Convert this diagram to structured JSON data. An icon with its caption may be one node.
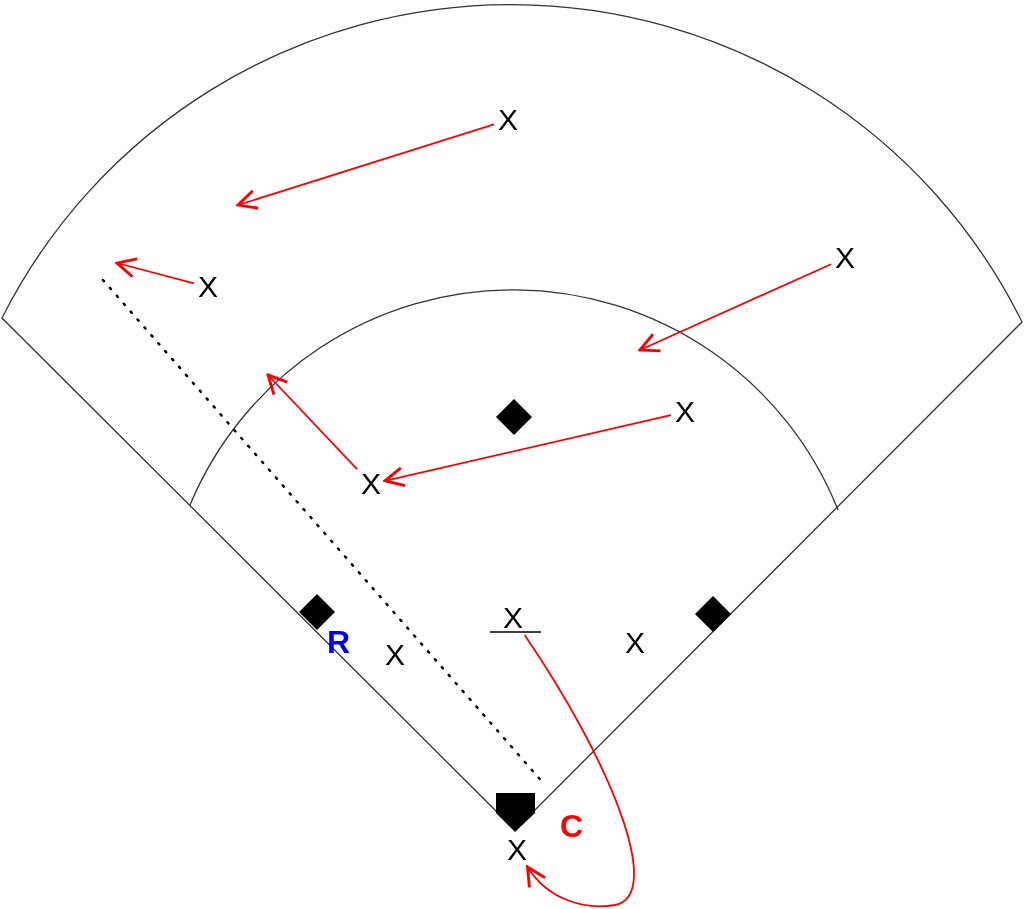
{
  "diagram": {
    "nodes": [
      {
        "text": [
          "X"
        ]
      },
      {
        "text": [
          "X"
        ]
      },
      {
        "text": [
          "X"
        ]
      },
      {
        "text": [
          "X"
        ]
      },
      {
        "text": [
          "X"
        ]
      },
      {
        "text": [
          "X"
        ]
      },
      {
        "text": [
          "X"
        ]
      },
      {
        "text": [
          "X"
        ]
      },
      {
        "text": [
          "X"
        ]
      }
    ],
    "edges": [
      {
        "from": 0,
        "to": null,
        "arrow": "to"
      },
      {
        "from": 1,
        "to": null,
        "arrow": "to"
      },
      {
        "from": 2,
        "to": null,
        "arrow": "to"
      },
      {
        "from": 3,
        "to": 4,
        "arrow": "to"
      },
      {
        "from": 4,
        "to": null,
        "arrow": "to"
      },
      {
        "from": 5,
        "to": 8,
        "arrow": "to"
      }
    ],
    "labels": [
      "R",
      "C"
    ]
  }
}
